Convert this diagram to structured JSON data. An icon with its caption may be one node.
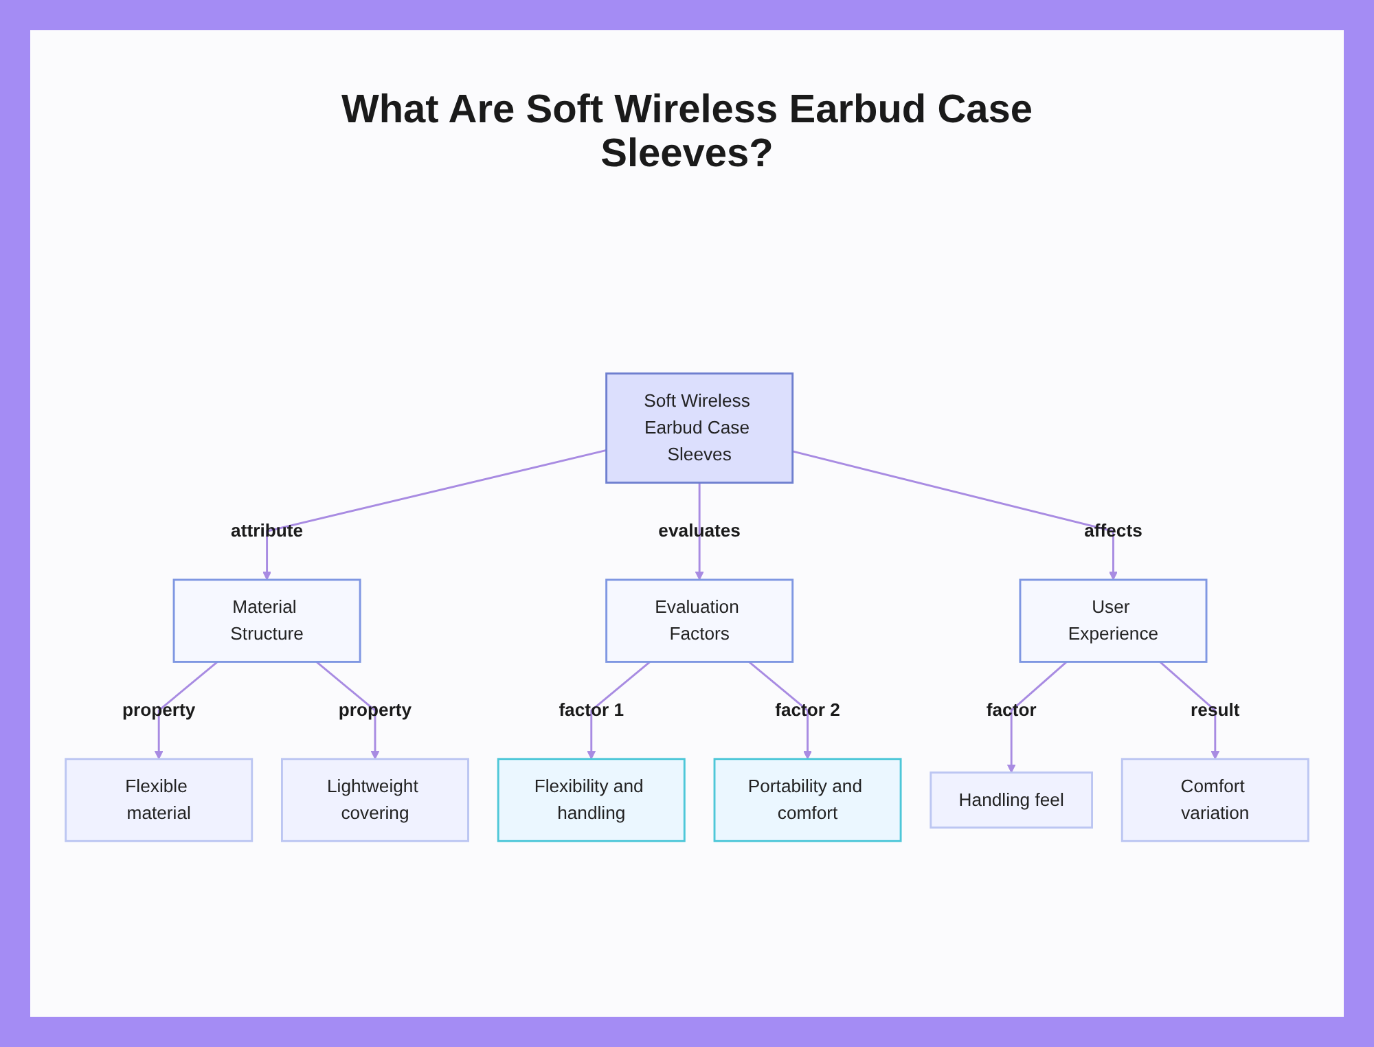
{
  "diagram": {
    "title": "What Are Soft Wireless Earbud Case Sleeves?",
    "nodes": [
      {
        "text": [
          "Soft Wireless Earbud Case Sleeves"
        ]
      },
      {
        "text": [
          "Material Structure"
        ]
      },
      {
        "text": [
          "Evaluation Factors"
        ]
      },
      {
        "text": [
          "User Experience"
        ]
      },
      {
        "text": [
          "Flexible material"
        ]
      },
      {
        "text": [
          "Lightweight covering"
        ]
      },
      {
        "text": [
          "Flexibility and handling"
        ]
      },
      {
        "text": [
          "Portability and comfort"
        ]
      },
      {
        "text": [
          "Handling feel"
        ]
      },
      {
        "text": [
          "Comfort variation"
        ]
      }
    ],
    "edges": [
      {
        "from": 0,
        "to": 1,
        "arrow": "to",
        "label": "attribute"
      },
      {
        "from": 0,
        "to": 2,
        "arrow": "to",
        "label": "evaluates"
      },
      {
        "from": 0,
        "to": 3,
        "arrow": "to",
        "label": "affects"
      },
      {
        "from": 1,
        "to": 4,
        "arrow": "to",
        "label": "property"
      },
      {
        "from": 1,
        "to": 5,
        "arrow": "to",
        "label": "property"
      },
      {
        "from": 2,
        "to": 6,
        "arrow": "to",
        "label": "factor 1"
      },
      {
        "from": 2,
        "to": 7,
        "arrow": "to",
        "label": "factor 2"
      },
      {
        "from": 3,
        "to": 8,
        "arrow": "to",
        "label": "factor"
      },
      {
        "from": 3,
        "to": 9,
        "arrow": "to",
        "label": "result"
      }
    ]
  }
}
